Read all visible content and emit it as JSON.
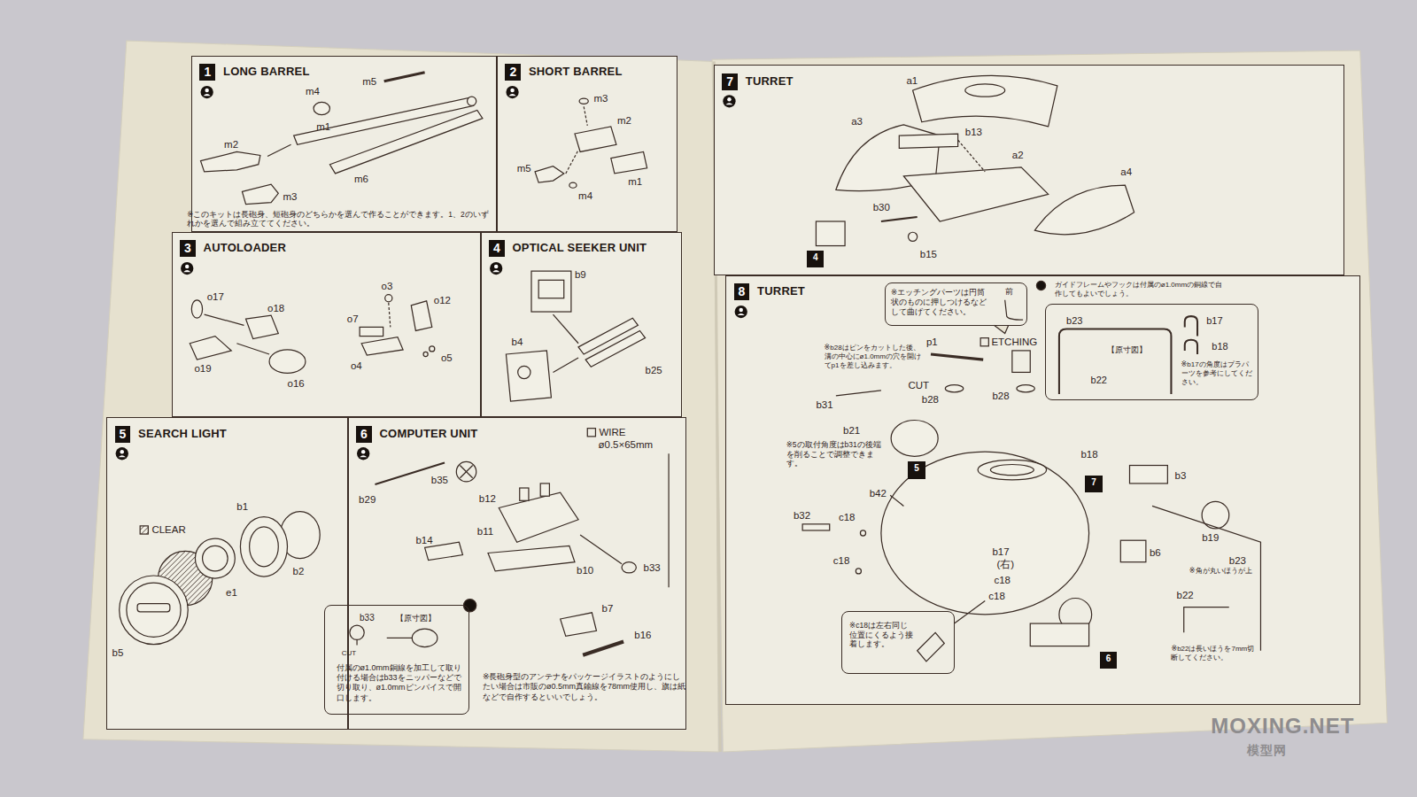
{
  "diagram": {
    "nodes": [
      {
        "text": [
          "1",
          "LONG BARREL"
        ]
      },
      {
        "text": [
          "2",
          "SHORT BARREL"
        ]
      },
      {
        "text": [
          "3",
          "AUTOLOADER"
        ]
      },
      {
        "text": [
          "4",
          "OPTICAL SEEKER UNIT"
        ]
      },
      {
        "text": [
          "5",
          "SEARCH LIGHT"
        ]
      },
      {
        "text": [
          "6",
          "COMPUTER UNIT"
        ]
      },
      {
        "text": [
          "b33",
          "【原寸図】",
          "CUT",
          "付属のø1.0mm銅線を加工して取り付ける場合はb33をニッパーなどで切り取り、ø1.0mmピンバイスで開口します。"
        ],
        "in": 5
      },
      {
        "text": [
          "7",
          "TURRET"
        ]
      },
      {
        "text": [
          "4"
        ],
        "in": 7
      },
      {
        "text": [
          "8",
          "TURRET"
        ]
      },
      {
        "text": [
          "※エッチングパーツは円筒状のものに押しつけるなどして曲げてください。",
          "前"
        ],
        "in": 9
      },
      {
        "text": [
          "ガイドフレームやフックは付属のø1.0mmの銅線で自作してもよいでしょう。",
          "b23",
          "【原寸図】",
          "b22",
          "b17",
          "b18",
          "※b17の角度はプラパーツを参考にしてください。"
        ],
        "in": 9
      },
      {
        "text": [
          "5"
        ],
        "in": 9
      },
      {
        "text": [
          "7"
        ],
        "in": 9
      },
      {
        "text": [
          "※c18は左右同じ位置にくるよう接着します。"
        ],
        "in": 9
      },
      {
        "text": [
          "6"
        ],
        "in": 9
      }
    ],
    "labels": [
      "m4",
      "m5",
      "m1",
      "m2",
      "m6",
      "m3",
      "※このキットは長砲身、短砲身のどちらかを選んで作ることができます。1、2のいずれかを選んで組み立ててください。",
      "m3",
      "m2",
      "m5",
      "m4",
      "m1",
      "o17",
      "o18",
      "o19",
      "o16",
      "o3",
      "o12",
      "o7",
      "o4",
      "o5",
      "b9",
      "b4",
      "b25",
      "CLEAR",
      "b1",
      "b2",
      "e1",
      "b5",
      "WIRE",
      "ø0.5×65mm",
      "b35",
      "b29",
      "b12",
      "b11",
      "b14",
      "b10",
      "b33",
      "b7",
      "b16",
      "※長砲身型のアンテナをパッケージイラストのようにしたい場合は市販のø0.5mm真鍮線を78mm使用し、旗は紙などで自作するといいでしょう。",
      "a1",
      "a3",
      "b13",
      "a2",
      "a4",
      "b30",
      "b15",
      "p1",
      "※b28はピンをカットした後、溝の中心にø1.0mmの穴を開けてp1を差し込みます。",
      "ETCHING",
      "CUT",
      "b28",
      "b28",
      "b31",
      "b21",
      "※5の取付角度はb31の後端を削ることで調整できます。",
      "b18",
      "b3",
      "b42",
      "b32",
      "c18",
      "c18",
      "b17",
      "(右)",
      "c18",
      "c18",
      "b6",
      "b19",
      "b23",
      "※角が丸いほうが上",
      "b22",
      "※b22は長いほうを7mm切断してください。",
      "MOXING.NET",
      "模型网"
    ]
  }
}
